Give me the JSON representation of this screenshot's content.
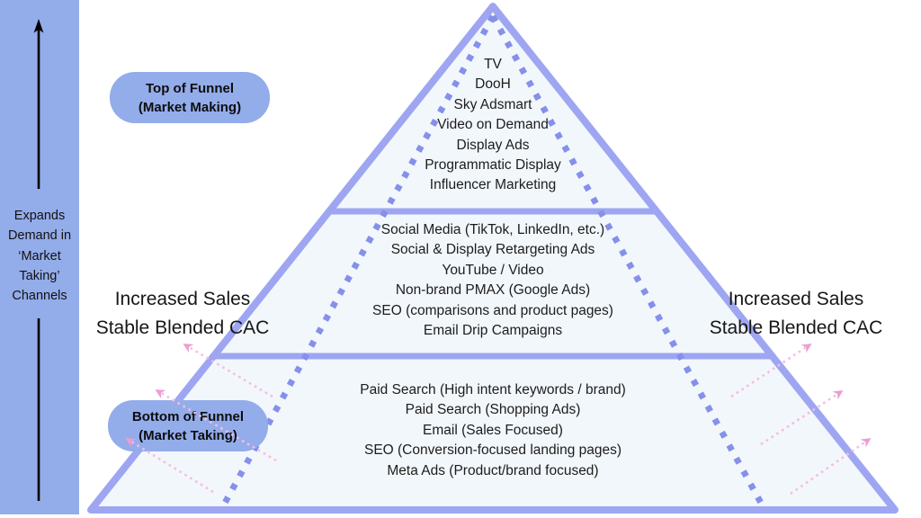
{
  "slide": {
    "sidebar": {
      "text_lines": [
        "Expands",
        "Demand in",
        "‘Market",
        "Taking’",
        "Channels"
      ]
    },
    "pills": {
      "top": {
        "line1": "Top of Funnel",
        "line2": "(Market Making)"
      },
      "bottom": {
        "line1": "Bottom of Funnel",
        "line2": "(Market Taking)"
      }
    },
    "notes": {
      "left": {
        "line1": "Increased Sales",
        "line2": "Stable Blended CAC"
      },
      "right": {
        "line1": "Increased Sales",
        "line2": "Stable Blended CAC"
      }
    },
    "funnel": {
      "top_tier": [
        "TV",
        "DooH",
        "Sky Adsmart",
        "Video on Demand",
        "Display Ads",
        "Programmatic Display",
        "Influencer Marketing"
      ],
      "middle_tier": [
        "Social Media (TikTok, LinkedIn, etc.)",
        "Social & Display Retargeting Ads",
        "YouTube / Video",
        "Non-brand PMAX (Google Ads)",
        "SEO (comparisons and product pages)",
        "Email Drip Campaigns"
      ],
      "bottom_tier": [
        "Paid Search (High intent keywords / brand)",
        "Paid Search (Shopping Ads)",
        "Email (Sales Focused)",
        "SEO (Conversion-focused landing pages)",
        "Meta Ads (Product/brand focused)"
      ]
    },
    "colors": {
      "sidebar_blue": "#93ACEA",
      "pill_blue": "#93ACEA",
      "pyramid_outline": "#9EA6F2",
      "inner_dashed": "#8590EA",
      "pyramid_fill": "#F2F7FC",
      "pink_arrow": "#F6BCE4",
      "pink_arrowhead": "#EE9DD4",
      "text": "#1A1A1A"
    }
  }
}
